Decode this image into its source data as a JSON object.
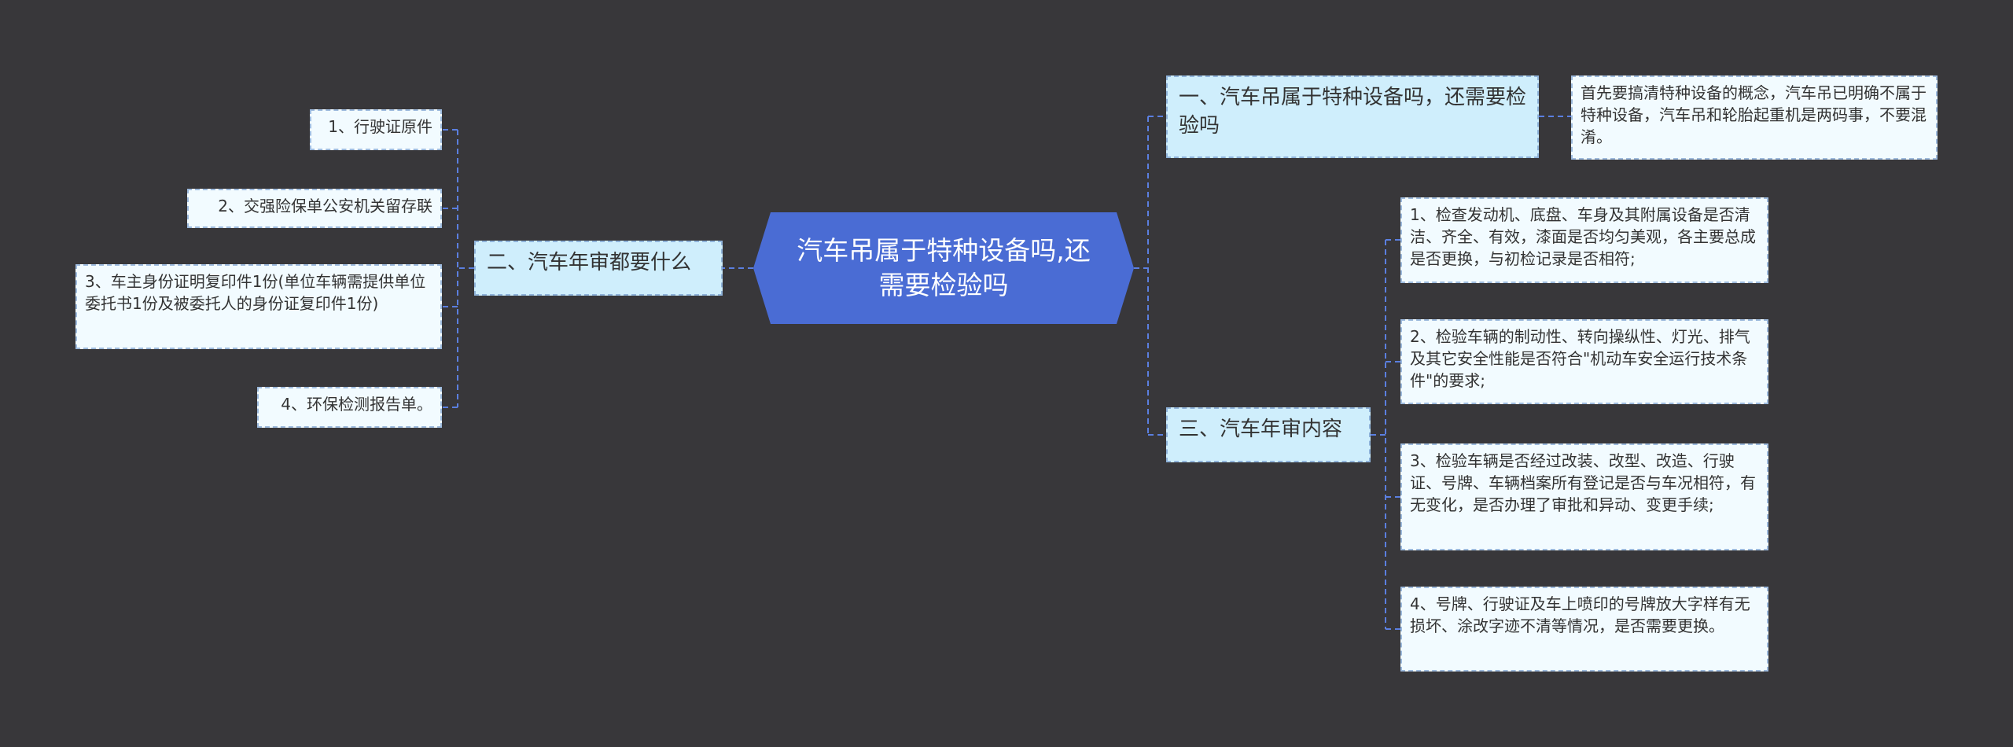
{
  "mindmap": {
    "root": "汽车吊属于特种设备吗,还需要检验吗",
    "branches": [
      {
        "label": "一、汽车吊属于特种设备吗，还需要检验吗",
        "children": [
          "首先要搞清特种设备的概念，汽车吊已明确不属于特种设备，汽车吊和轮胎起重机是两码事，不要混淆。"
        ]
      },
      {
        "label": "二、汽车年审都要什么",
        "children": [
          "1、行驶证原件",
          "2、交强险保单公安机关留存联",
          "3、车主身份证明复印件1份(单位车辆需提供单位委托书1份及被委托人的身份证复印件1份)",
          "4、环保检测报告单。"
        ]
      },
      {
        "label": "三、汽车年审内容",
        "children": [
          "1、检查发动机、底盘、车身及其附属设备是否清洁、齐全、有效，漆面是否均匀美观，各主要总成是否更换，与初检记录是否相符;",
          "2、检验车辆的制动性、转向操纵性、灯光、排气及其它安全性能是否符合\"机动车安全运行技术条件\"的要求;",
          "3、检验车辆是否经过改装、改型、改造、行驶证、号牌、车辆档案所有登记是否与车况相符，有无变化，是否办理了审批和异动、变更手续;",
          "4、号牌、行驶证及车上喷印的号牌放大字样有无损坏、涂改字迹不清等情况，是否需要更换。"
        ]
      }
    ]
  },
  "colors": {
    "background": "#38373a",
    "root_fill": "#4a6cd4",
    "branch_fill": "#cfeefc",
    "leaf_fill": "#f2fbff",
    "connector": "#5b7fe0"
  }
}
